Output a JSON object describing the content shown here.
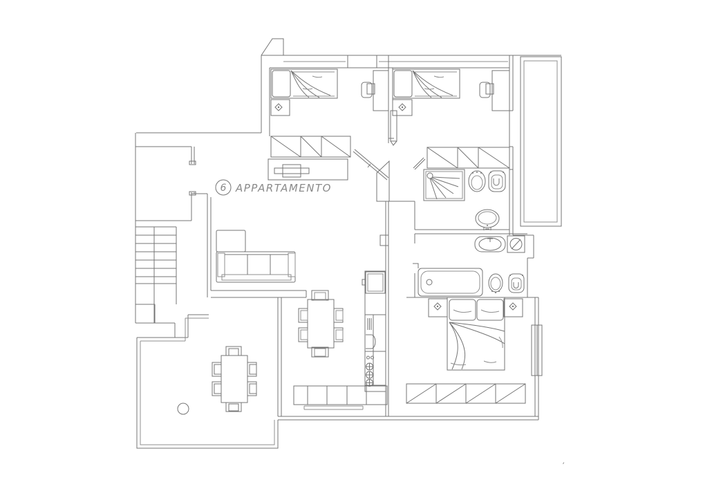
{
  "plan": {
    "unit_number": "6",
    "unit_label": "APPARTAMENTO",
    "footnote_mark": "’"
  },
  "colors": {
    "line": "#747474",
    "line_light": "#8f8f8f",
    "text": "#8a8a8a",
    "background": "#ffffff"
  },
  "symbols": [
    "single-bed",
    "double-bed",
    "pillow",
    "nightstand-lamp",
    "wardrobe-hatch",
    "desk",
    "chair",
    "sofa",
    "dining-table",
    "terrace-table",
    "plant-circle",
    "shower",
    "bidet",
    "toilet",
    "pedestal-sink",
    "counter-sink",
    "bathtub",
    "washing-machine",
    "kitchen-counter",
    "fridge",
    "stove-burners",
    "staircase",
    "door-leaf",
    "window",
    "balcony-parapet",
    "terrace-parapet",
    "console-table",
    "entrance-opening"
  ]
}
